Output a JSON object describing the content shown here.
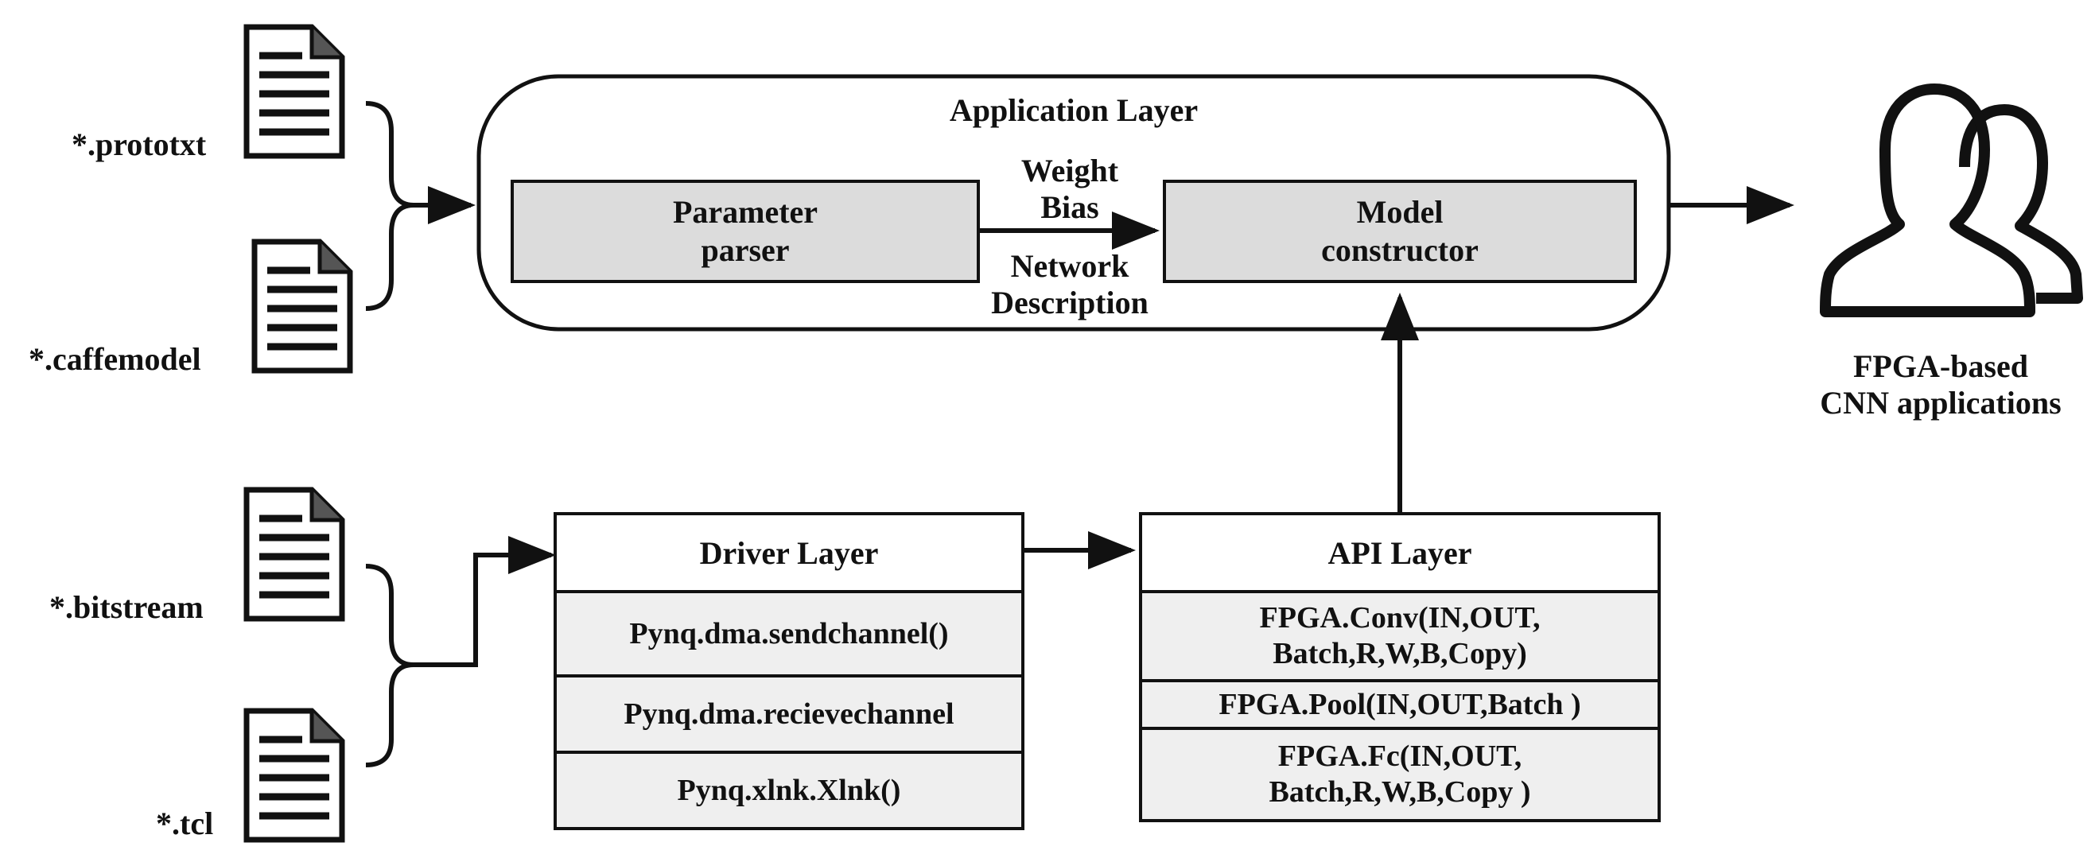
{
  "inputs": {
    "prototxt": "*.prototxt",
    "caffemodel": "*.caffemodel",
    "bitstream": "*.bitstream",
    "tcl": "*.tcl"
  },
  "application_layer": {
    "title": "Application Layer",
    "parameter_parser": {
      "line1": "Parameter",
      "line2": "parser"
    },
    "model_constructor": {
      "line1": "Model",
      "line2": "constructor"
    },
    "edge_top": {
      "line1": "Weight",
      "line2": "Bias"
    },
    "edge_bottom": {
      "line1": "Network",
      "line2": "Description"
    }
  },
  "driver_layer": {
    "title": "Driver Layer",
    "items": [
      "Pynq.dma.sendchannel()",
      "Pynq.dma.recievechannel",
      "Pynq.xlnk.Xlnk()"
    ]
  },
  "api_layer": {
    "title": "API Layer",
    "items": [
      {
        "line1": "FPGA.Conv(IN,OUT,",
        "line2": "Batch,R,W,B,Copy)"
      },
      {
        "line1": "FPGA.Pool(IN,OUT,Batch )",
        "line2": ""
      },
      {
        "line1": "FPGA.Fc(IN,OUT,",
        "line2": "Batch,R,W,B,Copy )"
      }
    ]
  },
  "output": {
    "line1": "FPGA-based",
    "line2": "CNN applications",
    "icon": "users-icon"
  }
}
